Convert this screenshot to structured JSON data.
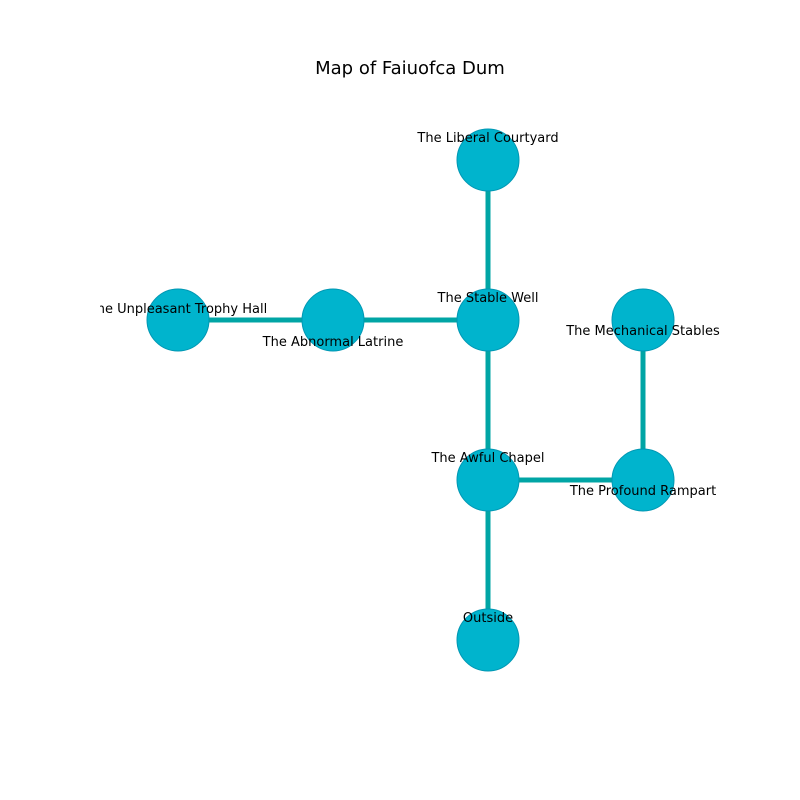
{
  "title": "Map of Faiuofca Dum",
  "colors": {
    "node_fill": "#00b4cd",
    "node_stroke": "#0097b3",
    "edge": "#00a5a5",
    "background": "#ffffff"
  },
  "rooms": [
    {
      "id": "liberal-courtyard",
      "label": "The Liberal Courtyard"
    },
    {
      "id": "stable-well",
      "label": "The Stable Well"
    },
    {
      "id": "unpleasant-trophy-hall",
      "label": "The Unpleasant Trophy Hall"
    },
    {
      "id": "abnormal-latrine",
      "label": "The Abnormal Latrine"
    },
    {
      "id": "mechanical-stables",
      "label": "The Mechanical Stables"
    },
    {
      "id": "awful-chapel",
      "label": "The Awful Chapel"
    },
    {
      "id": "profound-rampart",
      "label": "The Profound Rampart"
    },
    {
      "id": "outside",
      "label": "Outside"
    }
  ],
  "connections": [
    [
      "liberal-courtyard",
      "stable-well"
    ],
    [
      "unpleasant-trophy-hall",
      "abnormal-latrine"
    ],
    [
      "abnormal-latrine",
      "stable-well"
    ],
    [
      "stable-well",
      "awful-chapel"
    ],
    [
      "mechanical-stables",
      "profound-rampart"
    ],
    [
      "awful-chapel",
      "profound-rampart"
    ],
    [
      "awful-chapel",
      "outside"
    ]
  ]
}
